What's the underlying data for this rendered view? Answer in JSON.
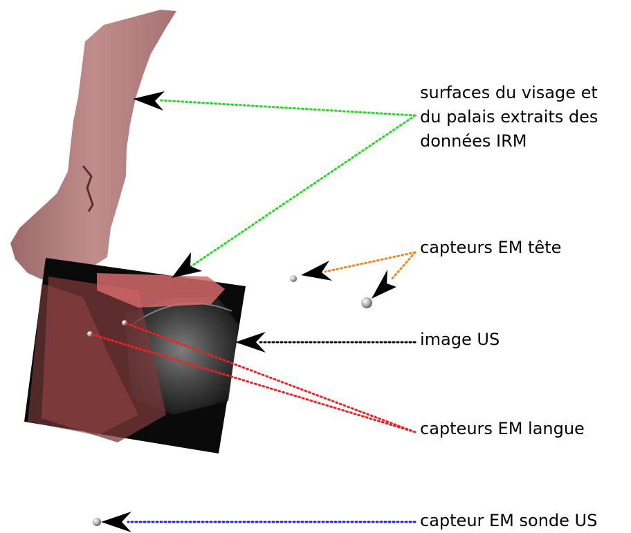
{
  "labels": {
    "face_palate": [
      "surfaces du visage et",
      "du palais extraits des",
      "données IRM"
    ],
    "head_sensors": "capteurs EM tête",
    "us_image": "image US",
    "tongue_sensors": "capteurs EM langue",
    "probe_sensor": "capteur EM sonde US"
  },
  "colors": {
    "face_palate_lines": "#22dd22",
    "head_sensor_lines": "#ee8822",
    "us_image_line": "#000000",
    "tongue_sensor_lines": "#ee2222",
    "probe_sensor_line": "#2222dd",
    "face_surface": "#b07878",
    "us_frame": "#0a0a0a",
    "arrowhead": "#000000"
  }
}
